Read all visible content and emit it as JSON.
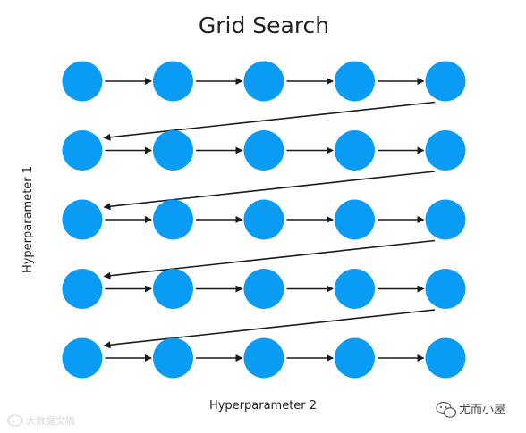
{
  "title": "Grid Search",
  "x_axis_label": "Hyperparameter 2",
  "y_axis_label": "Hyperparameter 1",
  "grid": {
    "rows": 5,
    "cols": 5
  },
  "colors": {
    "node": "#0a9bf5",
    "arrow": "#1a1a1a",
    "text": "#222222"
  },
  "watermark_left": "大数据文摘",
  "watermark_right": "尤而小屋"
}
